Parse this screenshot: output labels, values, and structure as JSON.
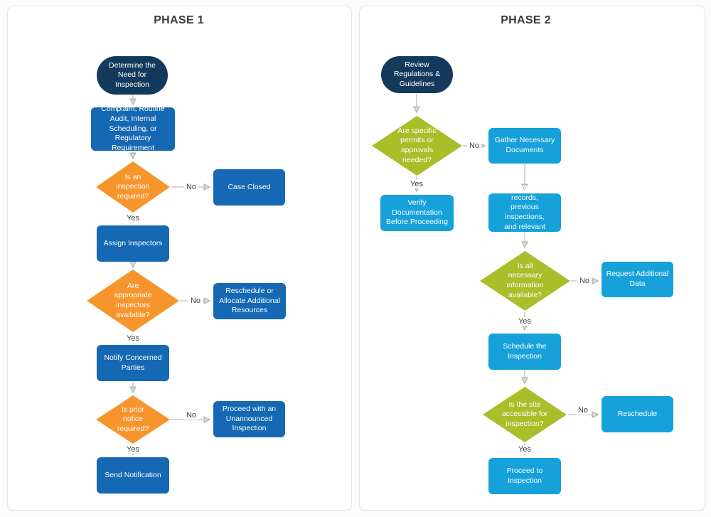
{
  "colors": {
    "start_node": "#133a5c",
    "phase1_process": "#1568b3",
    "phase1_decision": "#f7952d",
    "phase2_process": "#17a1db",
    "phase2_decision": "#a9be29",
    "connector": "#b5b5b5",
    "panel_border": "#e4e5e7",
    "title_text": "#3b3b3b"
  },
  "phase1": {
    "title": "PHASE 1",
    "nodes": {
      "start": "Determine the\nNeed for\nInspection",
      "source": "Complaint, Routine\nAudit, Internal\nScheduling, or\nRegulatory Requirement",
      "d1": "Is an\ninspection\nrequired?",
      "case_closed": "Case Closed",
      "assign": "Assign Inspectors",
      "d2": "Are\nappropriate\ninspectors\navailable?",
      "reschedule": "Reschedule or\nAllocate Additional\nResources",
      "notify": "Notify Concerned\nParties",
      "d3": "Is prior\nnotice\nrequired?",
      "unannounced": "Proceed with an\nUnannounced\nInspection",
      "send": "Send Notification"
    },
    "branches": {
      "d1_no": "No",
      "d1_yes": "Yes",
      "d2_no": "No",
      "d2_yes": "Yes",
      "d3_no": "No",
      "d3_yes": "Yes"
    }
  },
  "phase2": {
    "title": "PHASE 2",
    "nodes": {
      "start": "Review\nRegulations &\nGuidelines",
      "d1": "Are specific\npermits or\napprovals\nneeded?",
      "gather": "Gather Necessary\nDocuments",
      "verify": "Verify Documentation\nBefore Proceeding",
      "review": "Review past records,\nprevious inspections,\nand relevant\nregulations",
      "d2": "Is all\nnecessary\ninformation\navailable?",
      "request": "Request Additional\nData",
      "schedule": "Schedule the\nInspection",
      "d3": "Is the site\naccessible for\ninspection?",
      "reschedule": "Reschedule",
      "proceed": "Proceed to Inspection"
    },
    "branches": {
      "d1_no": "No",
      "d1_yes": "Yes",
      "d2_no": "No",
      "d2_yes": "Yes",
      "d3_no": "No",
      "d3_yes": "Yes"
    }
  }
}
